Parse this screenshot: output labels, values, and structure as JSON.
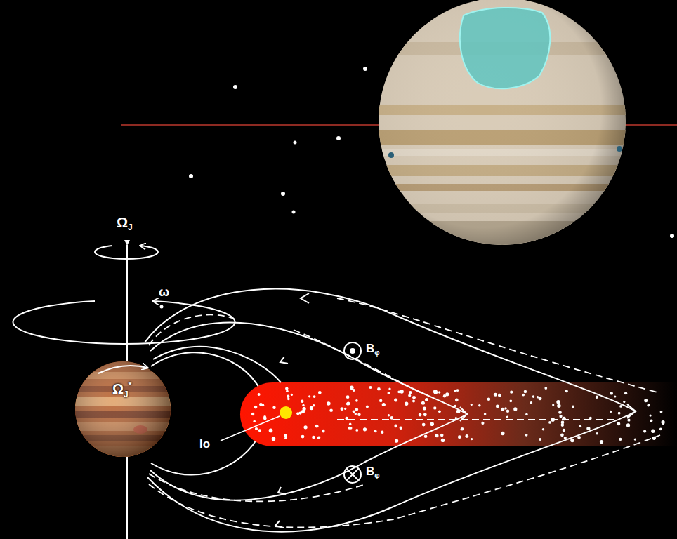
{
  "diagram": {
    "labels": [
      "ΩJ",
      "ω",
      "ΩJ*",
      "Bφ",
      "Bφ",
      "Io"
    ]
  }
}
